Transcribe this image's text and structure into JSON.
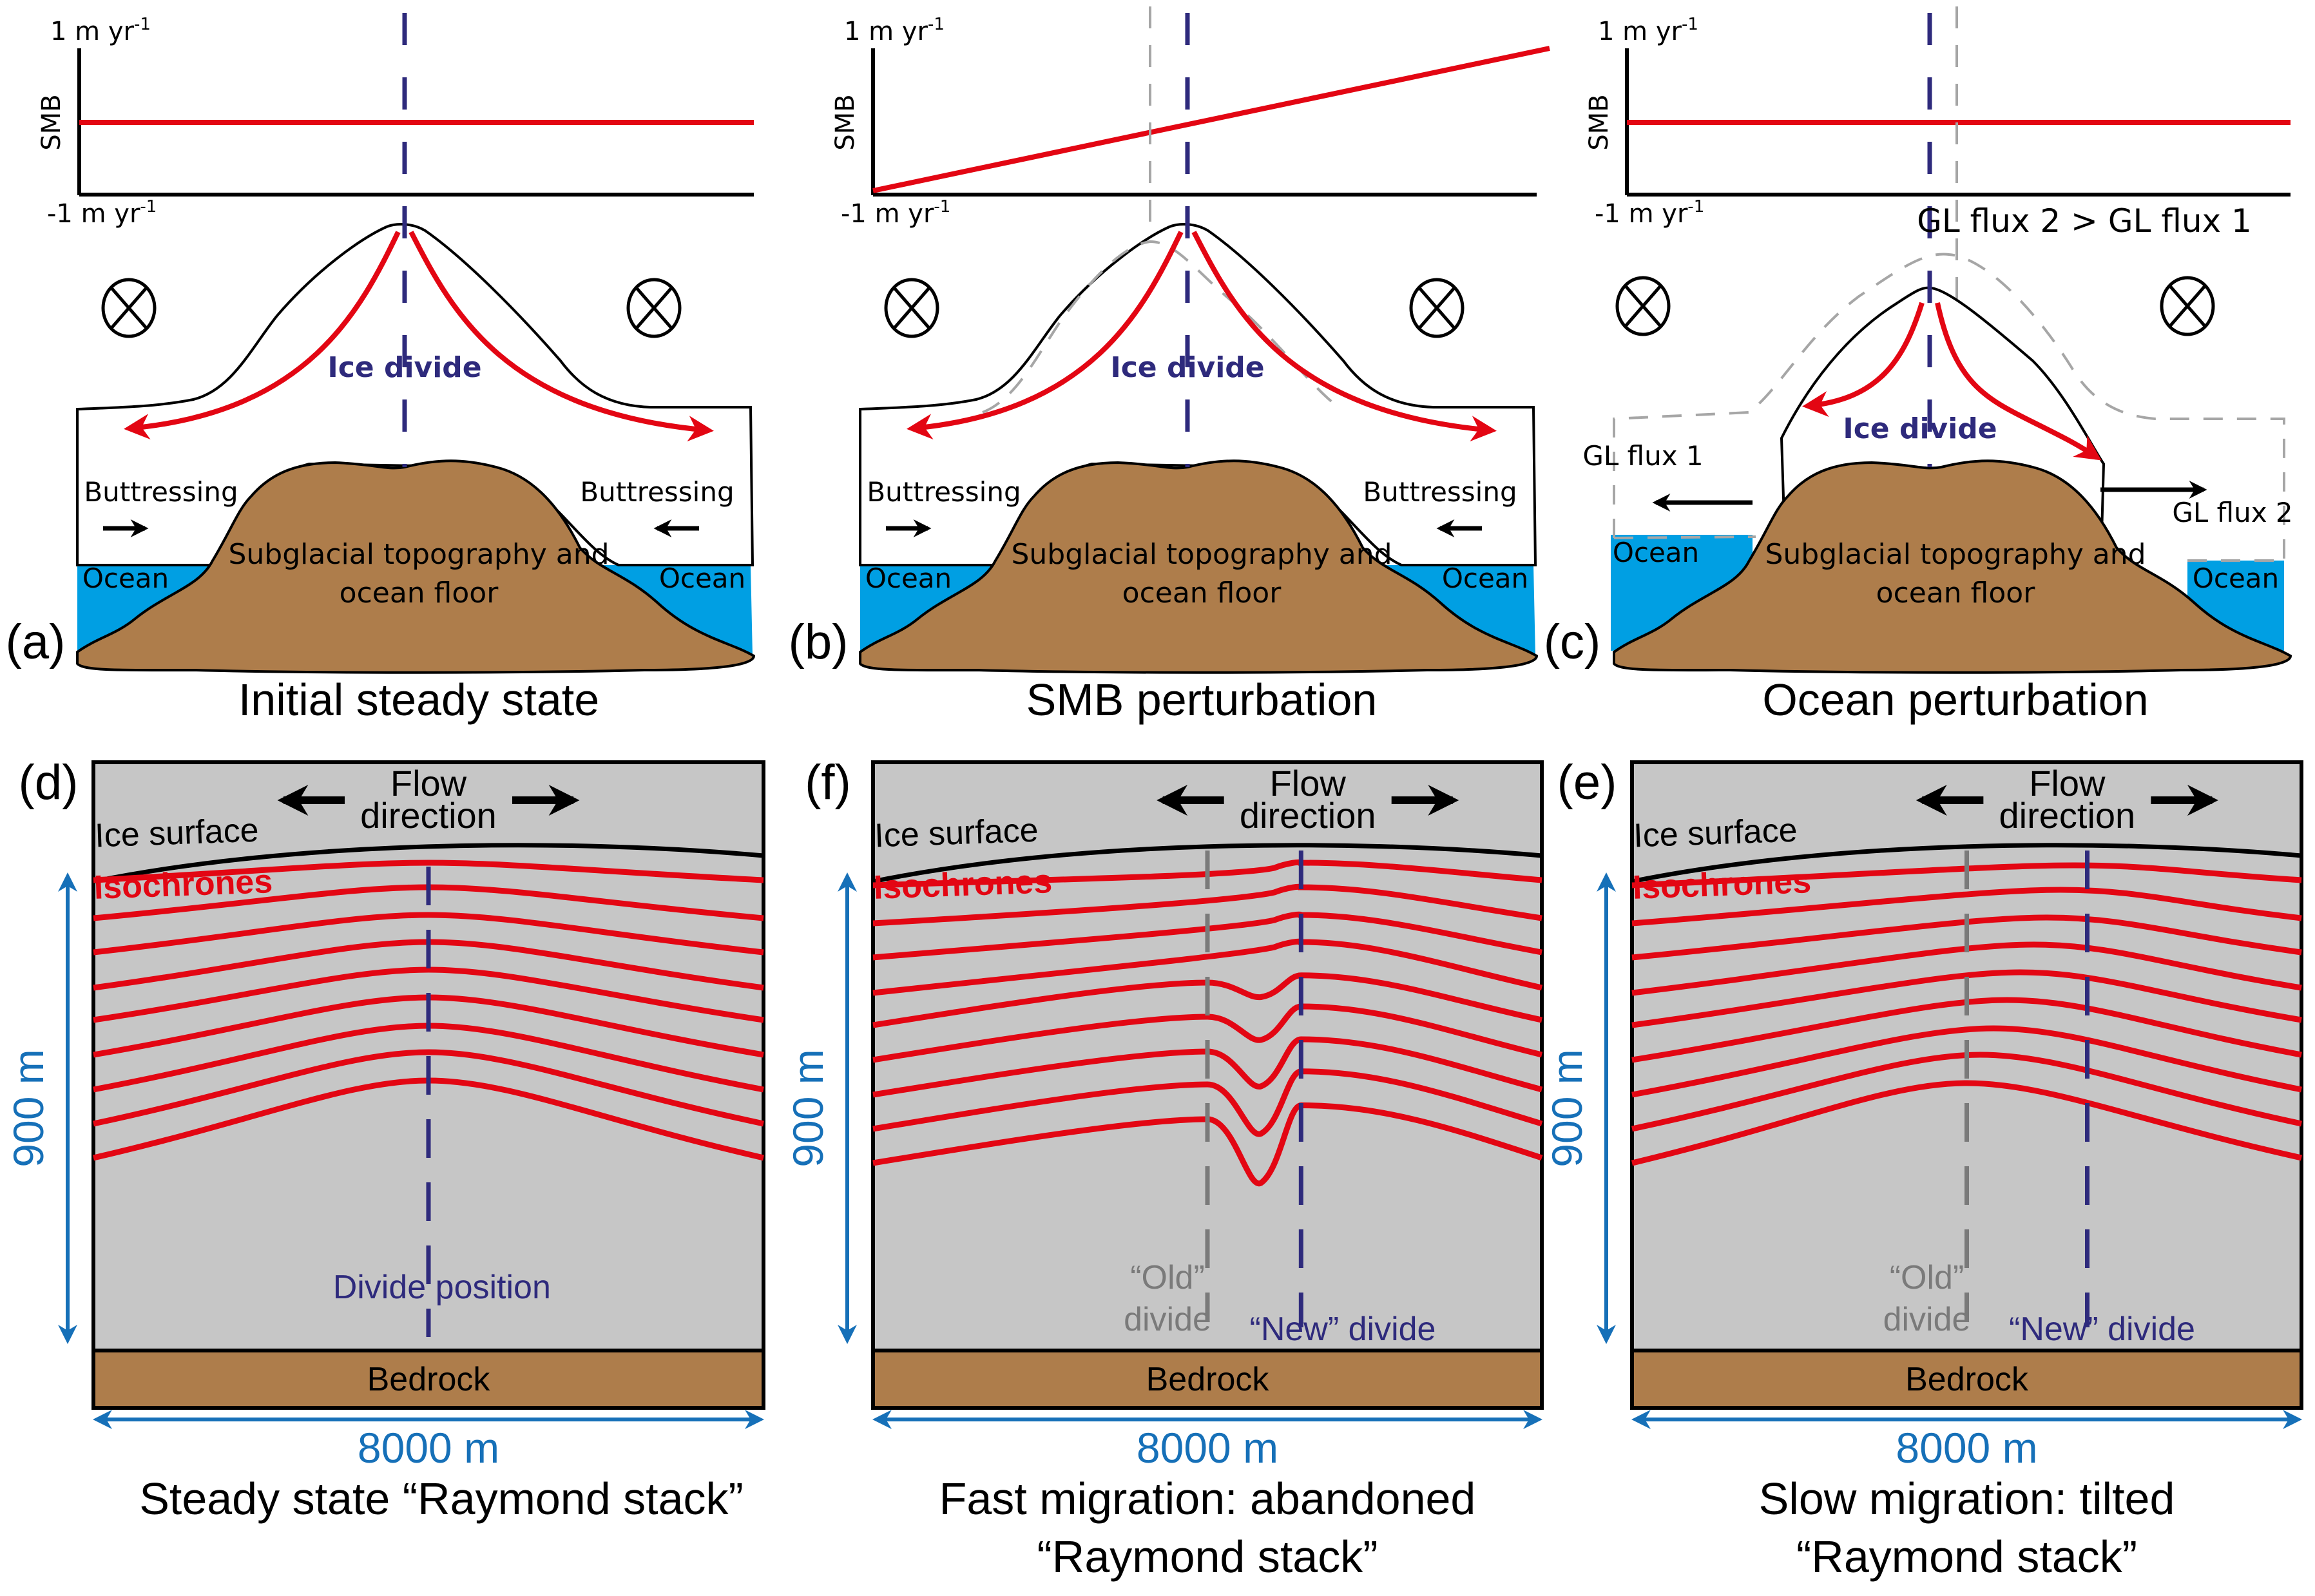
{
  "colors": {
    "smb_line": "#e30613",
    "flow_arrow": "#e30613",
    "isochrone": "#e30613",
    "divide": "#2e2a7c",
    "old_divide": "#7a7a7a",
    "ghost_outline": "#a6a6a6",
    "ice_gray": "#c6c6c6",
    "bedrock": "#ae7d4b",
    "ocean": "#009fe3",
    "scale_blue": "#1670b8",
    "outline": "#000000"
  },
  "smb_axis": {
    "ylabel": "SMB",
    "top_label": "1 m yr",
    "bottom_label": "-1 m yr",
    "superscript": "-1"
  },
  "top_panels": [
    {
      "letter": "(a)",
      "caption": "Initial steady state",
      "smb_profile": "constant",
      "divide_label": "Ice divide",
      "buttressing_label": "Buttressing",
      "ocean_label": "Ocean",
      "topo_label_line1": "Subglacial topography and",
      "topo_label_line2": "ocean floor"
    },
    {
      "letter": "(b)",
      "caption": "SMB perturbation",
      "smb_profile": "increasing",
      "divide_label": "Ice divide",
      "buttressing_label": "Buttressing",
      "ocean_label": "Ocean",
      "topo_label_line1": "Subglacial topography and",
      "topo_label_line2": "ocean floor"
    },
    {
      "letter": "(c)",
      "caption": "Ocean perturbation",
      "smb_profile": "constant",
      "divide_label": "Ice divide",
      "ocean_label": "Ocean",
      "topo_label_line1": "Subglacial topography and",
      "topo_label_line2": "ocean floor",
      "gl_flux_1": "GL flux 1",
      "gl_flux_2": "GL flux 2",
      "gl_comparison": "GL flux 2 > GL flux 1"
    }
  ],
  "bottom_panels": [
    {
      "letter": "(d)",
      "caption_line1": "Steady state “Raymond stack”",
      "caption_line2": "",
      "flow_label_line1": "Flow",
      "flow_label_line2": "direction",
      "surface_label": "Ice surface",
      "isochrones_label": "Isochrones",
      "bedrock_label": "Bedrock",
      "height_label": "900 m",
      "width_label": "8000 m",
      "divide_label": "Divide position",
      "migration": "none"
    },
    {
      "letter": "(f)",
      "caption_line1": "Fast migration: abandoned",
      "caption_line2": "“Raymond stack”",
      "flow_label_line1": "Flow",
      "flow_label_line2": "direction",
      "surface_label": "Ice surface",
      "isochrones_label": "Isochrones",
      "bedrock_label": "Bedrock",
      "height_label": "900 m",
      "width_label": "8000 m",
      "old_divide_line1": "“Old”",
      "old_divide_line2": "divide",
      "new_divide_label": "“New” divide",
      "migration": "fast"
    },
    {
      "letter": "(e)",
      "caption_line1": "Slow migration: tilted",
      "caption_line2": "“Raymond stack”",
      "flow_label_line1": "Flow",
      "flow_label_line2": "direction",
      "surface_label": "Ice surface",
      "isochrones_label": "Isochrones",
      "bedrock_label": "Bedrock",
      "height_label": "900 m",
      "width_label": "8000 m",
      "old_divide_line1": "“Old”",
      "old_divide_line2": "divide",
      "new_divide_label": "“New” divide",
      "migration": "slow"
    }
  ],
  "isochrone_count": 9,
  "scale": {
    "ice_thickness_m": 900,
    "domain_width_m": 8000
  },
  "smb_range_m_per_yr": [
    -1,
    1
  ]
}
